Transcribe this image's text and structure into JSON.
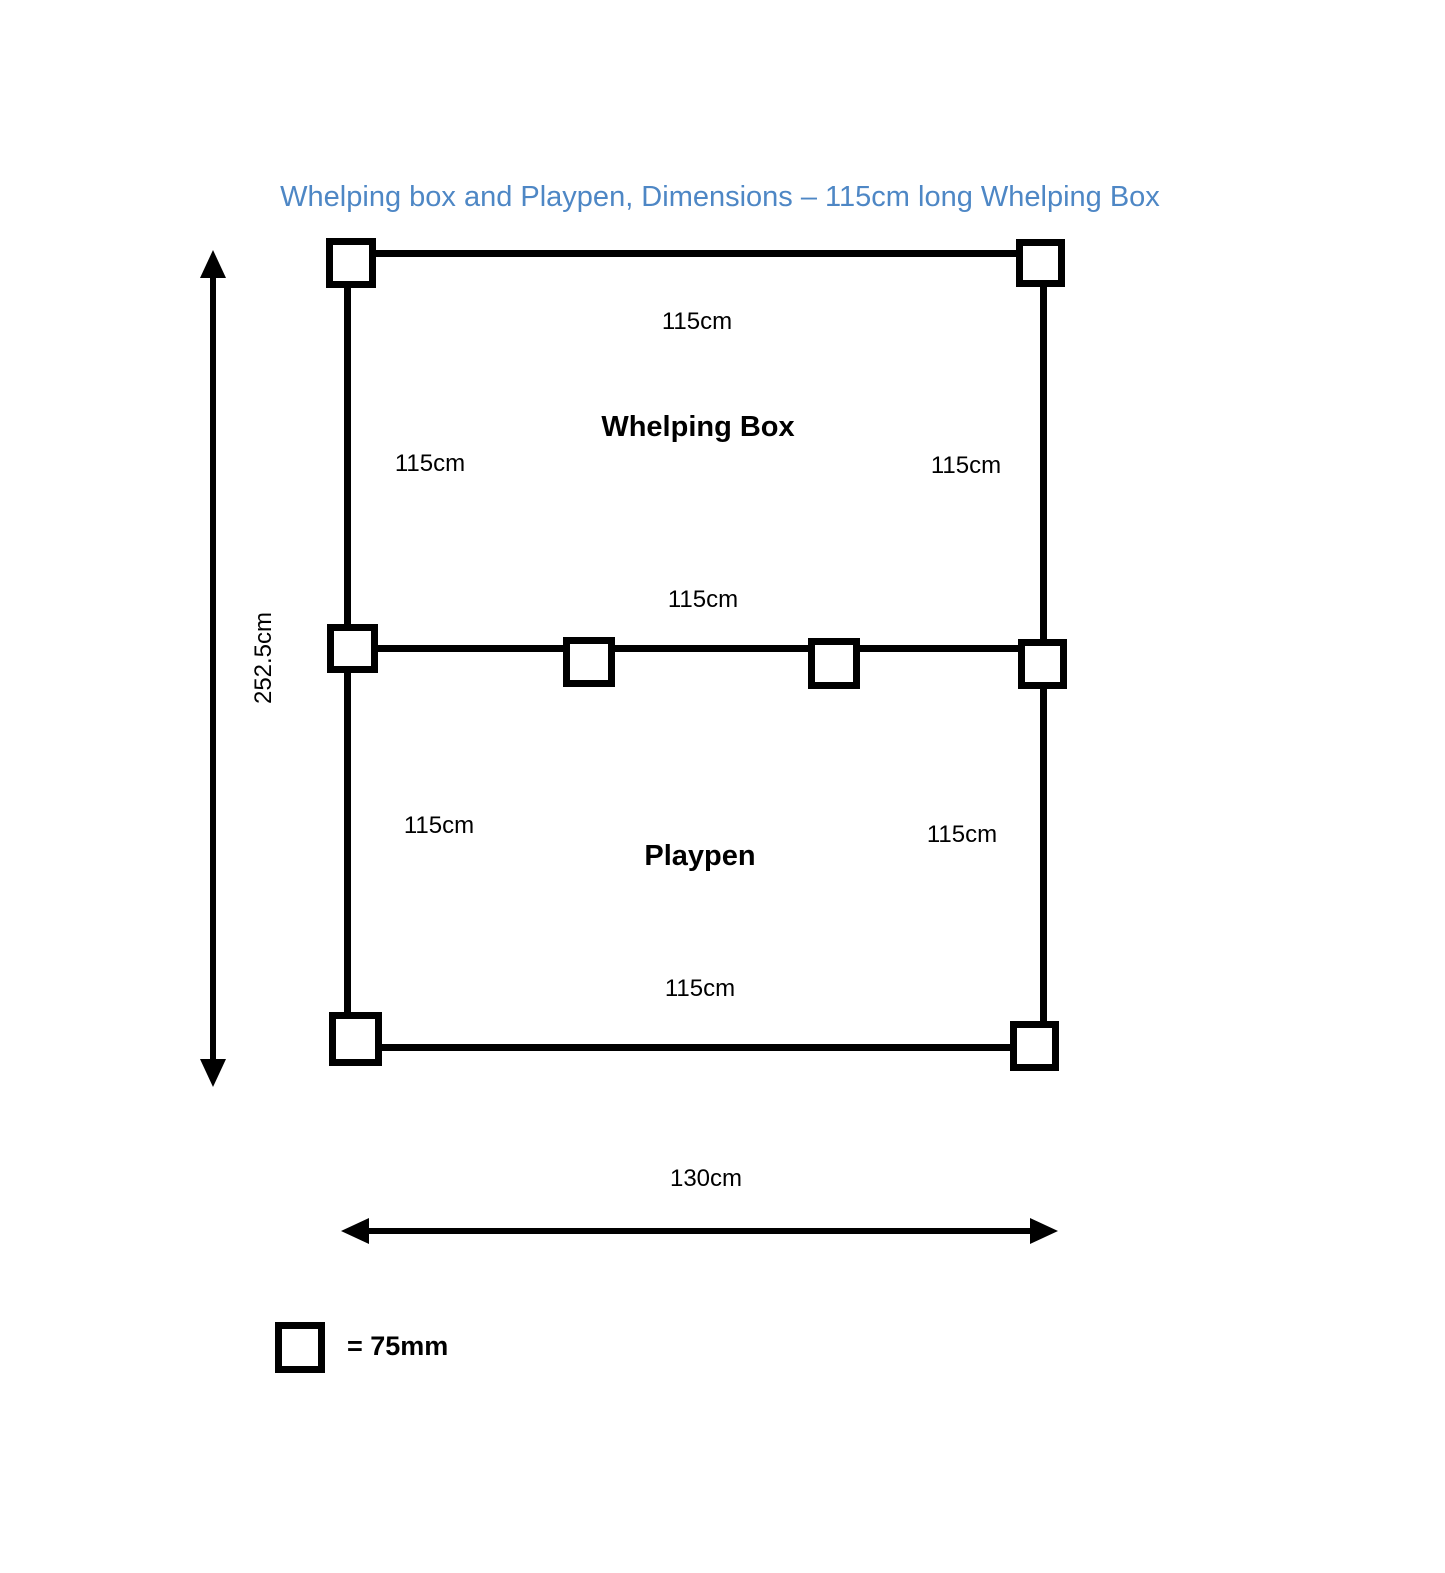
{
  "title": "Whelping box and Playpen, Dimensions – 115cm long Whelping Box",
  "colors": {
    "title_text": "#4E87C5",
    "diagram_lines": "#000000",
    "background": "#FFFFFF"
  },
  "labels": {
    "whelping_box": "Whelping Box",
    "playpen": "Playpen"
  },
  "dimensions": {
    "whelping_top_width": "115cm",
    "whelping_left_side": "115cm",
    "whelping_right_side": "115cm",
    "divider_width": "115cm",
    "playpen_left_side": "115cm",
    "playpen_right_side": "115cm",
    "playpen_bottom_width": "115cm",
    "overall_height": "252.5cm",
    "overall_width": "130cm"
  },
  "legend": {
    "post_size_label": "= 75mm"
  }
}
